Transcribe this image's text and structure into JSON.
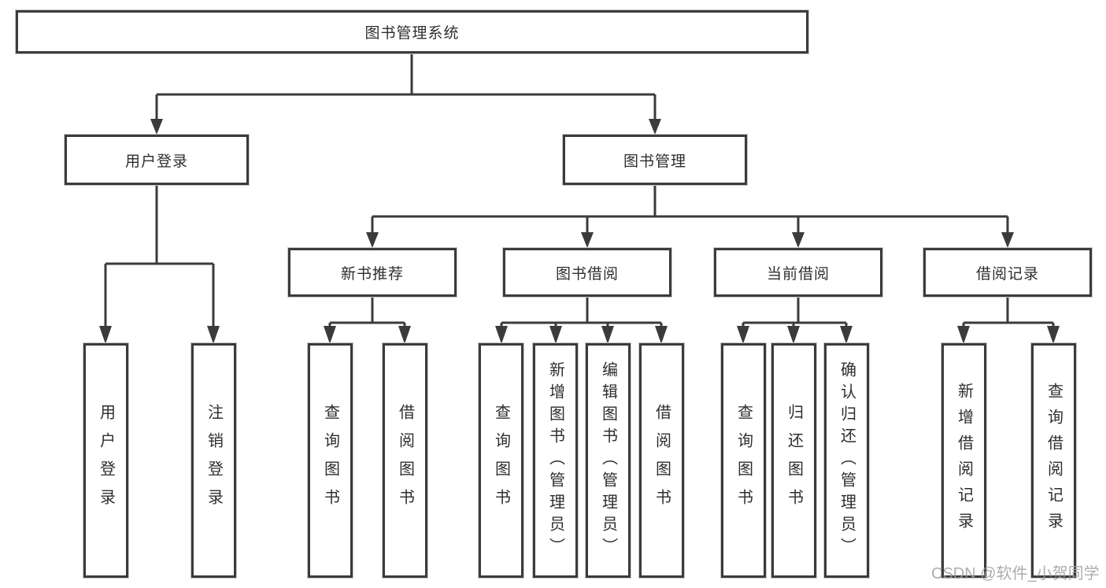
{
  "colors": {
    "line": "#3b3b3b",
    "box_border": "#3b3b3b",
    "text": "#2e2e2e",
    "background": "#ffffff",
    "watermark": "#9f9f9f"
  },
  "watermark": {
    "text": "CSDN @软件_小贺同学"
  },
  "tree": {
    "root": {
      "label": "图书管理系统"
    },
    "children": [
      {
        "label": "用户登录",
        "children": [
          {
            "label": "用户登录"
          },
          {
            "label": "注销登录"
          }
        ]
      },
      {
        "label": "图书管理",
        "children": [
          {
            "label": "新书推荐",
            "children": [
              {
                "label": "查询图书"
              },
              {
                "label": "借阅图书"
              }
            ]
          },
          {
            "label": "图书借阅",
            "children": [
              {
                "label": "查询图书"
              },
              {
                "label": "新增图书（管理员）"
              },
              {
                "label": "编辑图书（管理员）"
              },
              {
                "label": "借阅图书"
              }
            ]
          },
          {
            "label": "当前借阅",
            "children": [
              {
                "label": "查询图书"
              },
              {
                "label": "归还图书"
              },
              {
                "label": "确认归还（管理员）"
              }
            ]
          },
          {
            "label": "借阅记录",
            "children": [
              {
                "label": "新增借阅记录"
              },
              {
                "label": "查询借阅记录"
              }
            ]
          }
        ]
      }
    ]
  }
}
